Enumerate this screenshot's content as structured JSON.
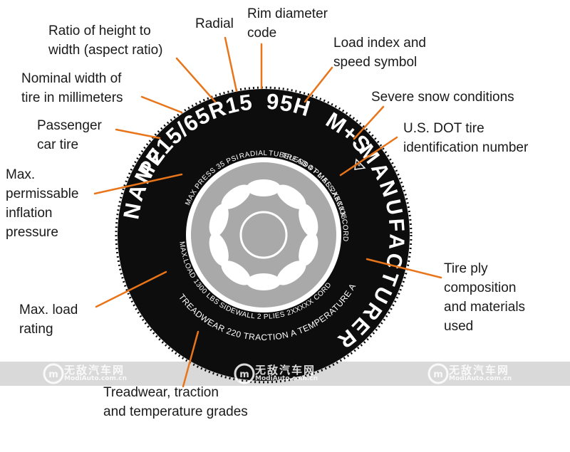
{
  "colors": {
    "tire": "#0d0d0d",
    "rim": "#a9a9a9",
    "leader": "#e8751a",
    "band": "#d9d9d9"
  },
  "tire_markings": {
    "size": "P215/65R15",
    "service": "95H",
    "snow": "M+S",
    "name": "NAME",
    "manufacturer": "MANUFACTURER",
    "pressure": "MAX PRESS 35 PSI",
    "radial": "RADIAL",
    "tubeless": "TUBELESS",
    "dot": "DOT MALS ABC036",
    "tread_plies": "TREAD 4 PLIES 2XXXXX CORD",
    "sidewall_plies": "SIDEWALL 2 PLIES 2XXXXX CORD",
    "max_load": "MAX.LOAD 1300 LBS",
    "utqg": "TREADWEAR 220 TRACTION A TEMPERATURE A"
  },
  "labels": {
    "ratio": [
      "Ratio of height to",
      "width (aspect ratio)"
    ],
    "radial": [
      "Radial"
    ],
    "rim": [
      "Rim diameter",
      "code"
    ],
    "load_speed": [
      "Load index and",
      "speed symbol"
    ],
    "nominal_width": [
      "Nominal width of",
      "tire in millimeters"
    ],
    "snow": [
      "Severe snow conditions"
    ],
    "passenger": [
      "Passenger",
      "car tire"
    ],
    "dot": [
      "U.S. DOT tire",
      "identification number"
    ],
    "inflation": [
      "Max.",
      "permissable",
      "inflation",
      "pressure"
    ],
    "ply": [
      "Tire ply",
      "composition",
      "and materials",
      "used"
    ],
    "load": [
      "Max. load",
      "rating"
    ],
    "grades": [
      "Treadwear, traction",
      "and temperature grades"
    ]
  },
  "watermark": {
    "cn": "无敌汽车网",
    "en": "ModiAuto.com.cn"
  }
}
